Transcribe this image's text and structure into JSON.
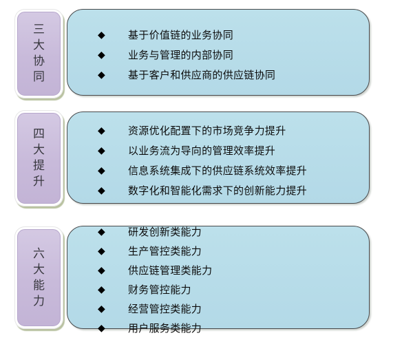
{
  "diagram": {
    "bullet_icon": "◆",
    "colors": {
      "label_fill": "#c9bcdb",
      "label_border_ring": "#ffffff",
      "label_shadow": "#b9c2a1",
      "content_fill": "#b5dbe8",
      "content_border": "#47484a",
      "text": "#0d0d0d"
    },
    "sections": [
      {
        "label": "三大协同",
        "items": [
          "基于价值链的业务协同",
          "业务与管理的内部协同",
          "基于客户和供应商的供应链协同"
        ]
      },
      {
        "label": "四大提升",
        "items": [
          "资源优化配置下的市场竞争力提升",
          "以业务流为导向的管理效率提升",
          "信息系统集成下的供应链系统效率提升",
          "数字化和智能化需求下的创新能力提升"
        ]
      },
      {
        "label": "六大能力",
        "items": [
          "研发创新类能力",
          "生产管控类能力",
          "供应链管理类能力",
          "财务管控能力",
          "经营管控类能力",
          "用户服务类能力"
        ]
      }
    ]
  }
}
